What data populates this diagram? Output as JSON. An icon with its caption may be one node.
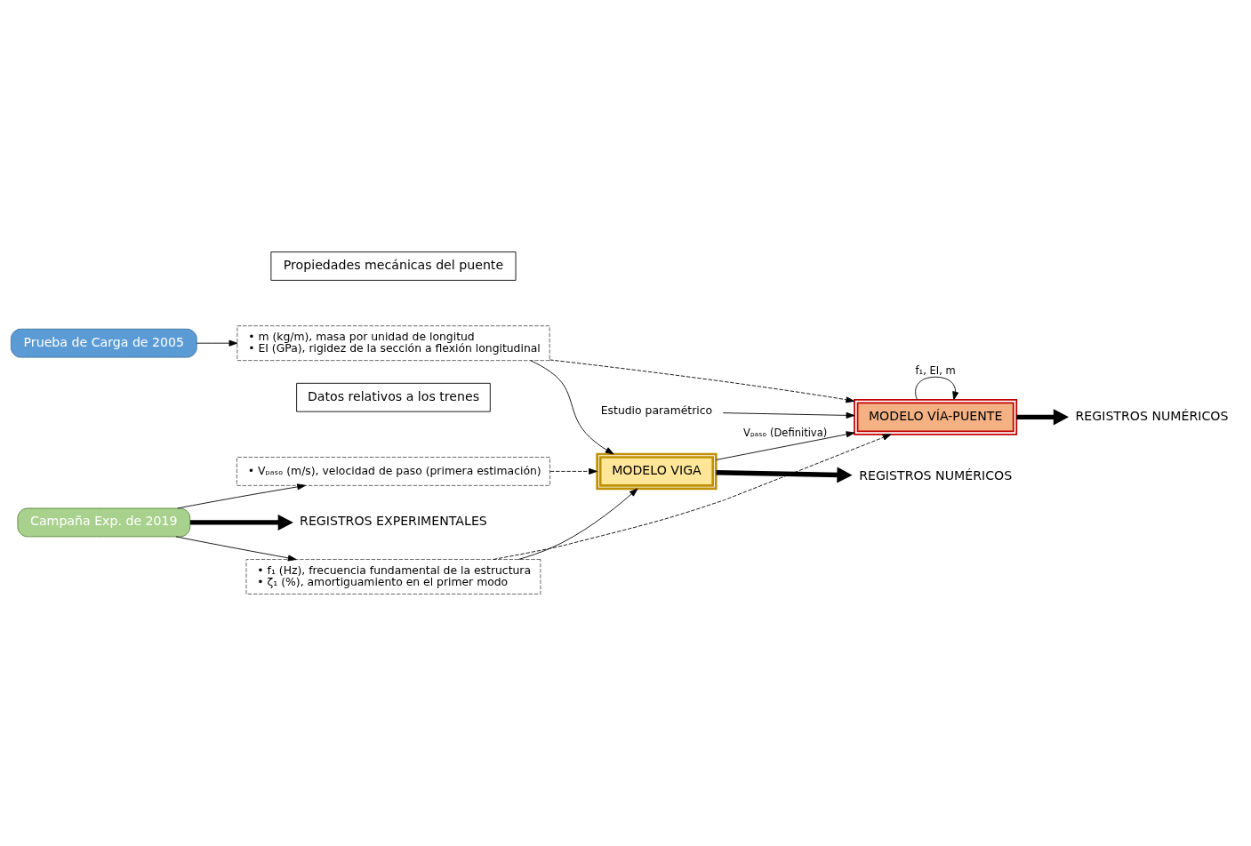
{
  "diagram": {
    "nodes": [
      {
        "text": [
          "Prueba de Carga de 2005"
        ]
      },
      {
        "text": [
          "Campaña Exp. de 2019"
        ]
      },
      {
        "text": [
          "Propiedades mecánicas del puente"
        ]
      },
      {
        "text": [
          "• m (kg/m), masa por unidad de longitud",
          "• EI (GPa), rigidez de la sección a flexión longitudinal"
        ]
      },
      {
        "text": [
          "• f₁ (Hz), frecuencia fundamental de la estructura",
          "• ζ₁ (%), amortiguamiento en el primer modo"
        ]
      },
      {
        "text": [
          "Datos relativos a los trenes"
        ]
      },
      {
        "text": [
          "• Vₚₐₛₒ (m/s), velocidad de paso (primera estimación)"
        ]
      },
      {
        "text": [
          "MODELO VIGA"
        ]
      },
      {
        "text": [
          "MODELO VÍA-PUENTE"
        ]
      },
      {
        "text": [
          "REGISTROS NUMÉRICOS"
        ]
      },
      {
        "text": [
          "REGISTROS NUMÉRICOS"
        ]
      },
      {
        "text": [
          "REGISTROS EXPERIMENTALES"
        ]
      },
      {
        "text": [
          "Estudio paramétrico"
        ]
      }
    ],
    "edges": [
      {
        "from": 0,
        "to": 3,
        "arrow": "to"
      },
      {
        "from": 1,
        "to": 4,
        "arrow": "to"
      },
      {
        "from": 1,
        "to": 6,
        "arrow": "to"
      },
      {
        "from": 3,
        "to": 7,
        "arrow": "to"
      },
      {
        "from": 4,
        "to": 7,
        "arrow": "to"
      },
      {
        "from": 3,
        "to": 8,
        "arrow": "to",
        "style": "dashed"
      },
      {
        "from": 4,
        "to": 8,
        "arrow": "to",
        "style": "dashed"
      },
      {
        "from": 6,
        "to": 7,
        "arrow": "to",
        "style": "dashed"
      },
      {
        "from": 7,
        "to": 8,
        "arrow": "to",
        "label": "Vₚₐₛₒ (Definitiva)"
      },
      {
        "from": 8,
        "to": 8,
        "arrow": "to",
        "label": "f₁, EI, m"
      },
      {
        "from": 7,
        "to": 9,
        "arrow": "to",
        "style": "thick"
      },
      {
        "from": 8,
        "to": 10,
        "arrow": "to",
        "style": "thick"
      },
      {
        "from": 1,
        "to": 11,
        "arrow": "to",
        "style": "thick"
      },
      {
        "from": 12,
        "to": 8,
        "arrow": "to"
      }
    ]
  }
}
